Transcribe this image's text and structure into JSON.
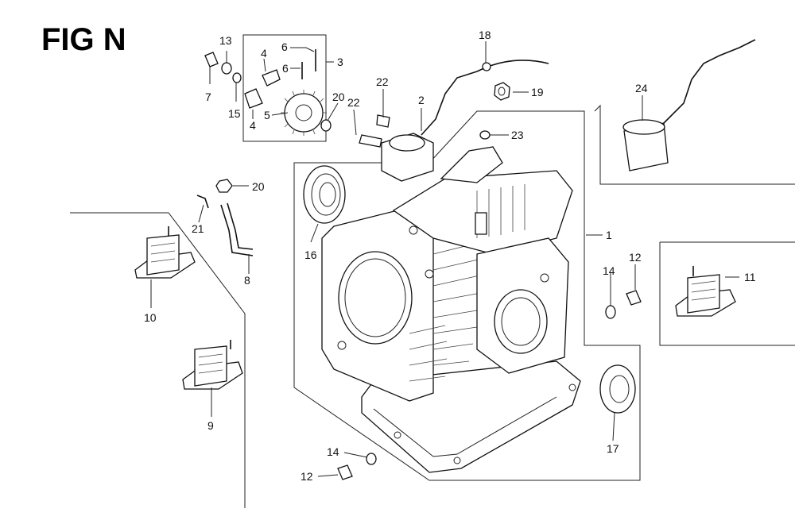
{
  "figure": {
    "title": "FIG N"
  },
  "callouts": [
    {
      "id": "c1",
      "text": "1"
    },
    {
      "id": "c2",
      "text": "2"
    },
    {
      "id": "c3",
      "text": "3"
    },
    {
      "id": "c4a",
      "text": "4"
    },
    {
      "id": "c4b",
      "text": "4"
    },
    {
      "id": "c5",
      "text": "5"
    },
    {
      "id": "c6a",
      "text": "6"
    },
    {
      "id": "c6b",
      "text": "6"
    },
    {
      "id": "c7",
      "text": "7"
    },
    {
      "id": "c8",
      "text": "8"
    },
    {
      "id": "c9",
      "text": "9"
    },
    {
      "id": "c10",
      "text": "10"
    },
    {
      "id": "c11",
      "text": "11"
    },
    {
      "id": "c12a",
      "text": "12"
    },
    {
      "id": "c12b",
      "text": "12"
    },
    {
      "id": "c13",
      "text": "13"
    },
    {
      "id": "c14a",
      "text": "14"
    },
    {
      "id": "c14b",
      "text": "14"
    },
    {
      "id": "c15",
      "text": "15"
    },
    {
      "id": "c16",
      "text": "16"
    },
    {
      "id": "c17",
      "text": "17"
    },
    {
      "id": "c18",
      "text": "18"
    },
    {
      "id": "c19",
      "text": "19"
    },
    {
      "id": "c20a",
      "text": "20"
    },
    {
      "id": "c20b",
      "text": "20"
    },
    {
      "id": "c21",
      "text": "21"
    },
    {
      "id": "c22a",
      "text": "22"
    },
    {
      "id": "c22b",
      "text": "22"
    },
    {
      "id": "c23",
      "text": "23"
    },
    {
      "id": "c24",
      "text": "24"
    }
  ]
}
